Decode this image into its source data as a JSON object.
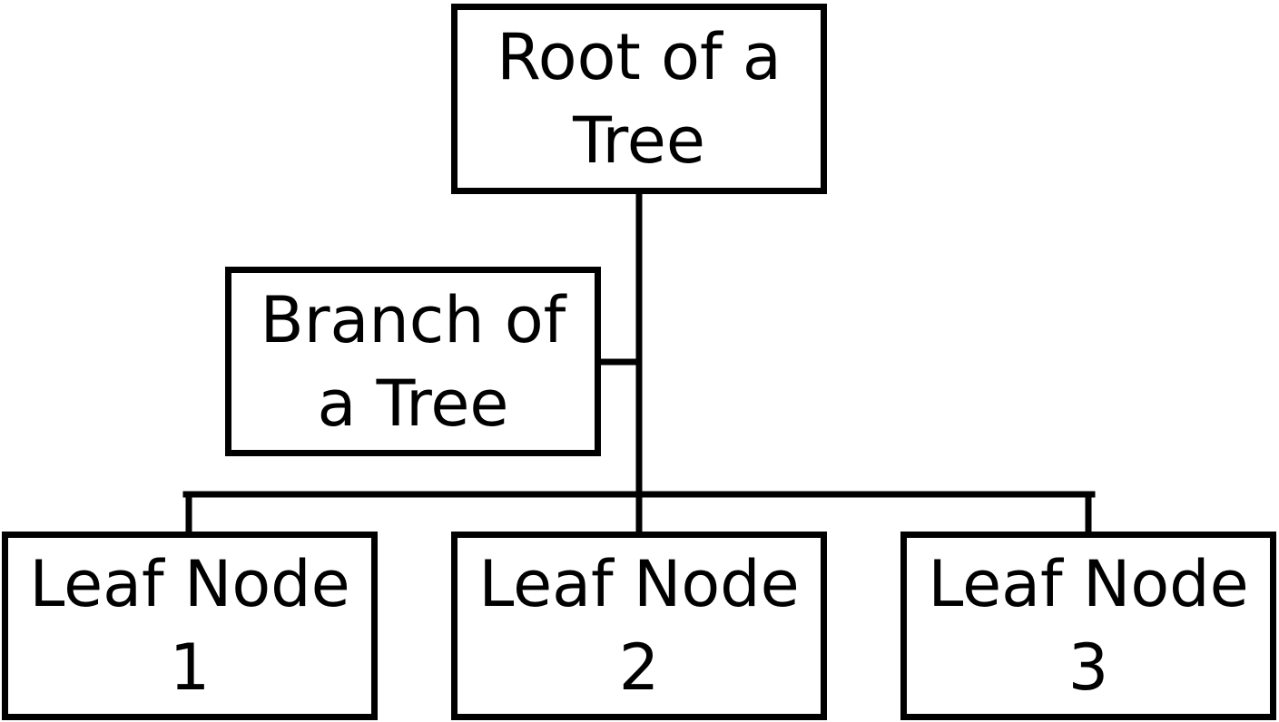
{
  "diagram": {
    "nodes": {
      "root": {
        "line1": "Root of a",
        "line2": "Tree"
      },
      "branch": {
        "line1": "Branch of",
        "line2": "a Tree"
      },
      "leaf1": {
        "line1": "Leaf Node",
        "line2": "1"
      },
      "leaf2": {
        "line1": "Leaf Node",
        "line2": "2"
      },
      "leaf3": {
        "line1": "Leaf Node",
        "line2": "3"
      }
    },
    "colors": {
      "stroke": "#000000",
      "background": "#ffffff"
    }
  }
}
